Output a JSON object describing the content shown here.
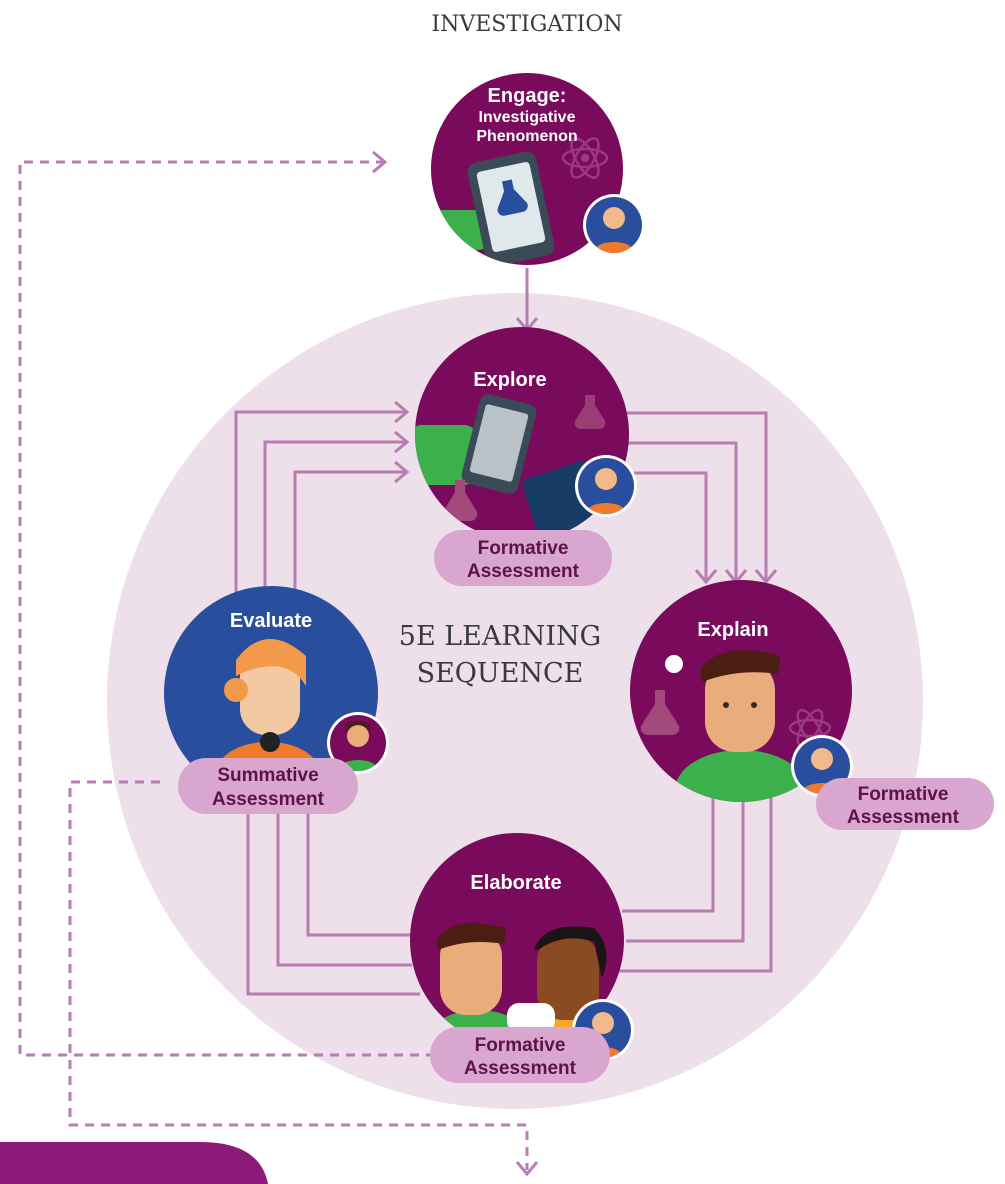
{
  "heading": "INVESTIGATION",
  "center_label": [
    "5E LEARNING",
    "SEQUENCE"
  ],
  "stages": {
    "engage": {
      "title_lines": [
        "Engage:",
        "Investigative",
        "Phenomenon"
      ]
    },
    "explore": {
      "title": "Explore",
      "badge_lines": [
        "Formative",
        "Assessment"
      ]
    },
    "explain": {
      "title": "Explain",
      "badge_lines": [
        "Formative",
        "Assessment"
      ]
    },
    "elaborate": {
      "title": "Elaborate",
      "badge_lines": [
        "Formative",
        "Assessment"
      ]
    },
    "evaluate": {
      "title": "Evaluate",
      "badge_lines": [
        "Summative",
        "Assessment"
      ]
    }
  },
  "colors": {
    "stage_purple": "#7a0a5c",
    "evaluate_blue": "#2a4e9e",
    "ring_fill": "#ede0ea",
    "arrow": "#b87db2",
    "badge_fill": "#d9a6cf",
    "badge_text": "#5b1348",
    "footer_bar": "#8c1a78"
  }
}
